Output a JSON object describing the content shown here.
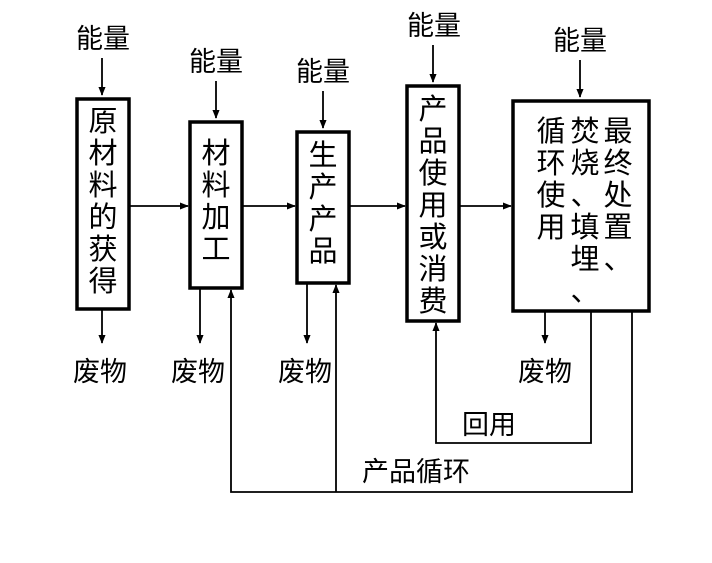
{
  "energy_label": "能量",
  "waste_label": "废物",
  "reuse_label": "回用",
  "recycle_label": "产品循环",
  "stages": [
    {
      "id": "raw",
      "columns": [
        "原材料的获得"
      ]
    },
    {
      "id": "process",
      "columns": [
        "材料加工"
      ]
    },
    {
      "id": "produce",
      "columns": [
        "生产产品"
      ]
    },
    {
      "id": "use",
      "columns": [
        "产品使用或消费"
      ]
    },
    {
      "id": "final",
      "columns": [
        "最终处置、",
        "焚烧、填埋、",
        "循环使用"
      ]
    }
  ]
}
